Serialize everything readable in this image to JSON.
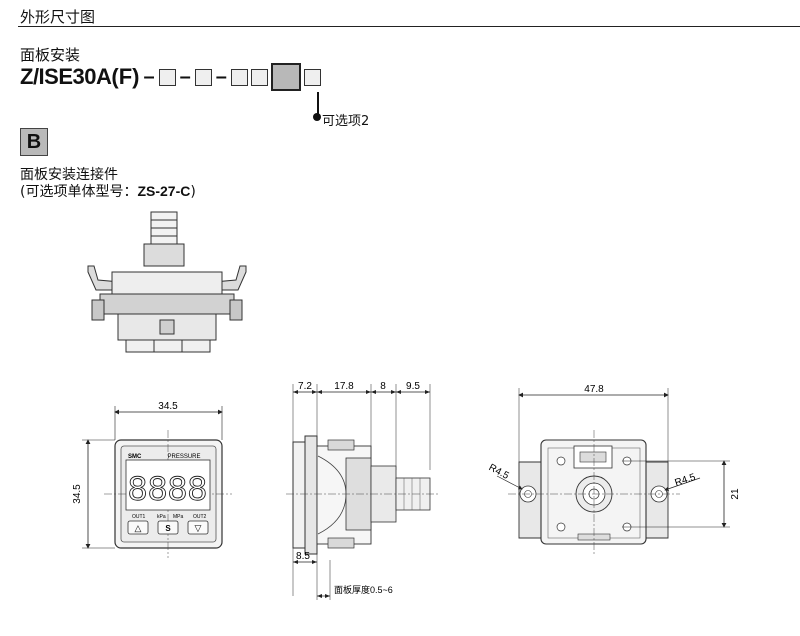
{
  "header": {
    "section_title": "外形尺寸图"
  },
  "mount": {
    "label": "面板安装",
    "model_base": "Z/ISE30A",
    "model_paren": "(F)",
    "dash": "–"
  },
  "option": {
    "label": "可选项2"
  },
  "badge": {
    "letter": "B"
  },
  "bracket": {
    "label": "面板安装连接件",
    "sub_prefix": "(可选项单体型号：",
    "sub_part": "ZS-27-C",
    "sub_suffix": ")"
  },
  "front_view": {
    "dim_width": "34.5",
    "dim_height": "34.5",
    "logo": "SMC",
    "label": "PRESSURE",
    "digits": "8888",
    "unit_labels": [
      "OUT1",
      "kPa",
      "MPa",
      "OUT2"
    ],
    "buttons": [
      "△",
      "S",
      "▽"
    ]
  },
  "side_view": {
    "dims_top": [
      "7.2",
      "17.8",
      "8",
      "9.5"
    ],
    "dim_bottom": "8.5",
    "panel_note": "面板厚度0.5~6"
  },
  "rear_view": {
    "dim_width": "47.8",
    "dim_height": "21",
    "radius_left": "R4.5",
    "radius_right": "R4.5"
  }
}
